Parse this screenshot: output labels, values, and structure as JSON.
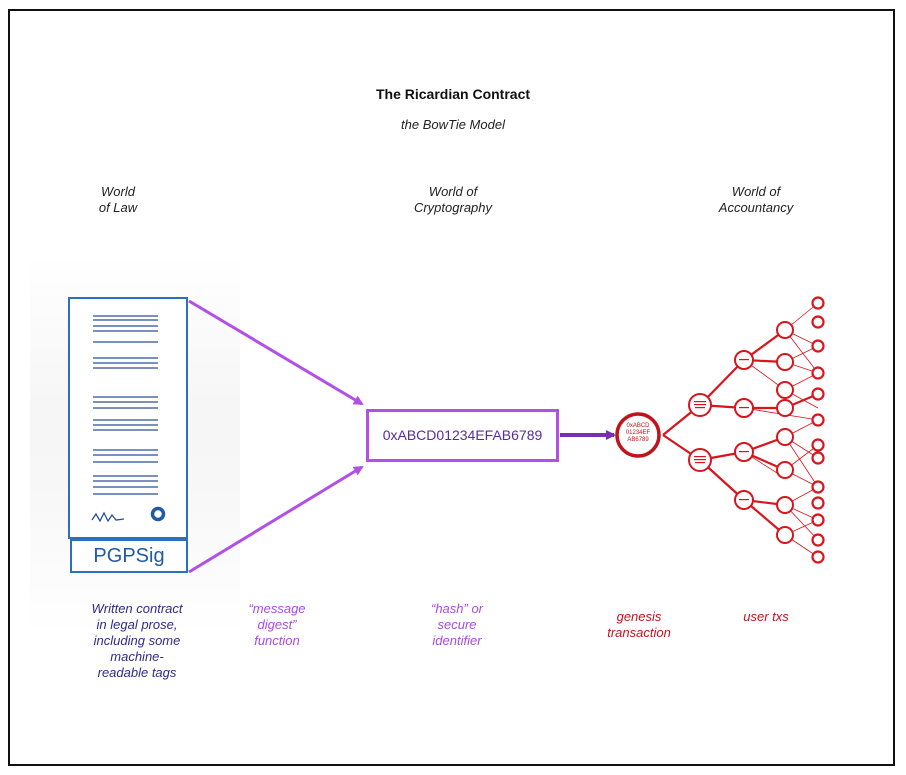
{
  "title": "The Ricardian Contract",
  "subtitle": "the BowTie Model",
  "worlds": {
    "law": "World\nof Law",
    "crypto": "World of\nCryptography",
    "accountancy": "World of\nAccountancy"
  },
  "document": {
    "signature_label": "PGPSig"
  },
  "hash": {
    "value": "0xABCD01234EFAB6789"
  },
  "genesis_node": {
    "label": "0xABCD\n01234EF\nAB6789"
  },
  "captions": {
    "law": "Written contract\nin legal prose,\nincluding some\nmachine-\nreadable tags",
    "digest": "“message\ndigest”\nfunction",
    "hash": "“hash” or\nsecure\nidentifier",
    "genesis": "genesis\ntransaction",
    "user": "user txs"
  },
  "colors": {
    "law_blue": "#1f5aa8",
    "crypto_purple": "#b14fe6",
    "ledger_red": "#d8141c"
  }
}
